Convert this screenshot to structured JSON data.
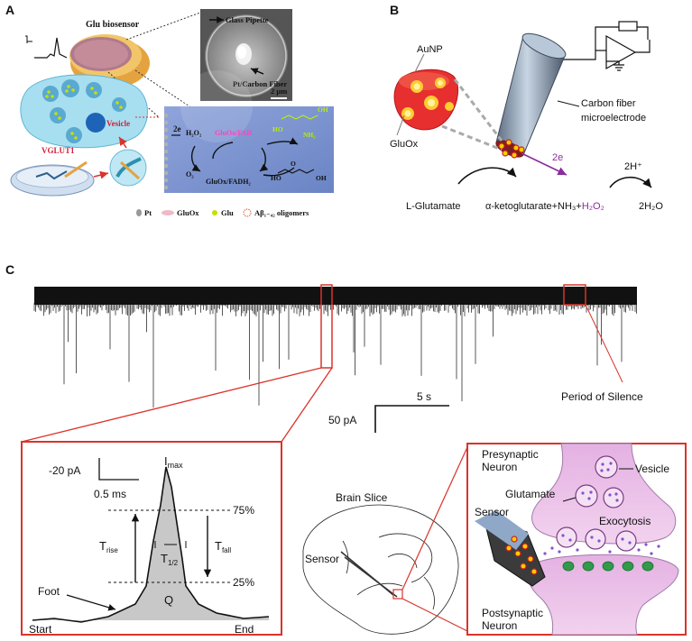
{
  "panels": {
    "a": "A",
    "b": "B",
    "c": "C"
  },
  "panelA": {
    "glu_biosensor": "Glu biosensor",
    "glass_pipette": "Glass Pipette",
    "pt_carbon_fiber": "Pt/Carbon Fiber",
    "scale": "2 μm",
    "vesicle": "Vesicle",
    "vglut1": "VGLUT1",
    "reaction": {
      "two_e": "2e",
      "h2o2": "H₂O₂",
      "o2": "O₂",
      "gluox_fad": "GluOx/FAD",
      "gluox_fadh2": "GluOx/FADH₂",
      "ho": "HO",
      "nh2": "NH₂",
      "oh": "OH",
      "o": "O"
    },
    "legend": [
      {
        "label": "Pt"
      },
      {
        "label": "GluOx"
      },
      {
        "label": "Glu"
      },
      {
        "label": "Aβ₁₋₄₂ oligomers"
      }
    ]
  },
  "panelB": {
    "aunp": "AuNP",
    "gluox": "GluOx",
    "carbon_fiber": "Carbon fiber",
    "microelectrode": "microelectrode",
    "two_e": "2e",
    "two_h": "2H⁺",
    "l_glutamate": "L-Glutamate",
    "products_prefix": "α-ketoglutarate+NH₃+",
    "h2o2": "H₂O₂",
    "water": "2H₂O"
  },
  "panelC": {
    "scale_time": "5 s",
    "scale_current": "50 pA",
    "period_of_silence": "Period of Silence",
    "inset": {
      "amp_scale": "-20 pA",
      "time_scale": "0.5 ms",
      "imax_main": "I",
      "imax_sub": "max",
      "p75": "75%",
      "p25": "25%",
      "trise_main": "T",
      "trise_sub": "rise",
      "thalf_main": "T",
      "thalf_sub": "1/2",
      "tfall_main": "T",
      "tfall_sub": "fall",
      "foot": "Foot",
      "q": "Q",
      "start": "Start",
      "end": "End"
    },
    "brain_slice": "Brain Slice",
    "sensor": "Sensor",
    "synapse": {
      "presynaptic": "Presynaptic",
      "neuron_pre": "Neuron",
      "vesicle": "Vesicle",
      "glutamate": "Glutamate",
      "exocytosis": "Exocytosis",
      "sensor": "Sensor",
      "postsynaptic": "Postsynaptic",
      "neuron_post": "Neuron"
    }
  },
  "colors": {
    "red_box": "#d9342b",
    "purple": "#8a2d9c",
    "neuron_pink": "#e9b8e6",
    "reaction_blue": "#7d95d1",
    "green_text": "#b8f000",
    "magenta_text": "#ff40c0"
  }
}
